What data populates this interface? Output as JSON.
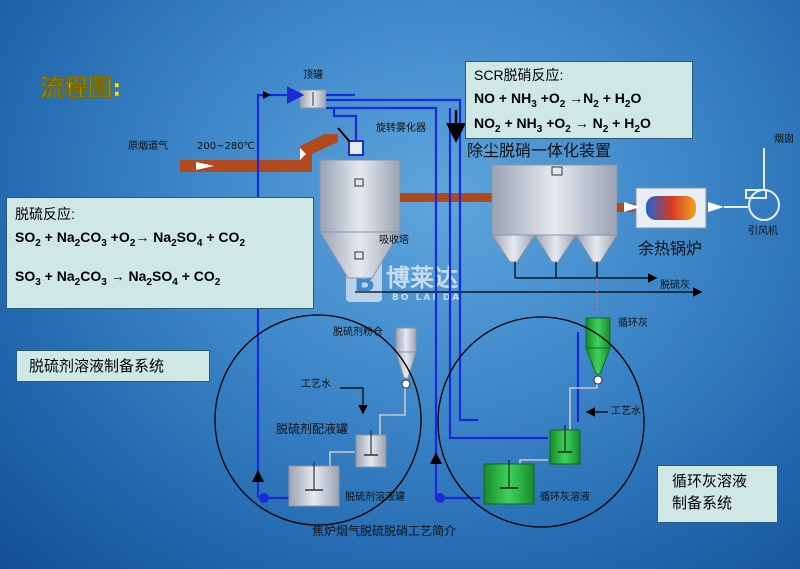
{
  "title": "流程图:",
  "labels": {
    "top_tank": "顶罐",
    "raw_flue_gas": "原烟道气",
    "temperature": "200~280℃",
    "rotary_atomizer": "旋转雾化器",
    "absorber": "吸收塔",
    "dedusting_device": "除尘脱硝一体化装置",
    "waste_heat_boiler": "余热锅炉",
    "chimney": "烟囱",
    "induced_fan": "引风机",
    "desulfurization_ash": "脱硫灰",
    "circulating_ash": "循环灰",
    "desulfurizer_powder_bin": "脱硫剂粉仓",
    "process_water_left": "工艺水",
    "process_water_right": "工艺水",
    "mixing_tank": "脱硫剂配液罐",
    "solution_tank": "脱硫剂溶液罐",
    "circulating_ash_solution": "循环灰溶液",
    "caption": "焦炉烟气脱硫脱硝工艺简介",
    "logo_cn": "博莱达",
    "logo_en": "BO LAI DA"
  },
  "scr_box": {
    "header": "SCR脱硝反应:",
    "eq1": {
      "a": "NO + NH",
      "b": "3",
      "c": " +O",
      "d": "2",
      "e": " →N",
      "f": "2",
      "g": "  + H",
      "h": "2",
      "i": "O"
    },
    "eq2": {
      "a": "NO",
      "b": "2",
      "c": " + NH",
      "d": "3",
      "e": " +O",
      "f": "2",
      "g": "  → N",
      "h": "2",
      "i": " + H",
      "j": "2",
      "k": "O"
    }
  },
  "desulf_box": {
    "header": "脱硫反应:",
    "eq1": {
      "a": "SO",
      "b": "2",
      "c": " + Na",
      "d": "2",
      "e": "CO",
      "f": "3",
      "g": " +O",
      "h": "2",
      "i": "→  Na",
      "j": "2",
      "k": "SO",
      "l": "4",
      "m": "  + CO",
      "n": "2"
    },
    "eq2": {
      "a": "SO",
      "b": "3",
      "c": " + Na",
      "d": "2",
      "e": "CO",
      "f": "3",
      "g": " →   Na",
      "h": "2",
      "i": "SO",
      "j": "4",
      "k": " + CO",
      "l": "2"
    }
  },
  "system_left": "脱硫剂溶液制备系统",
  "system_right_l1": "循环灰溶液",
  "system_right_l2": "制备系统",
  "colors": {
    "pipe_blue": "#1a2bd6",
    "flue_pipe": "#b04a1c",
    "liquid_green": "#22b33a",
    "vessel_grey": "#c9ced8",
    "box_fill": "#cfe7e5",
    "title_yellow": "#f2e419"
  }
}
